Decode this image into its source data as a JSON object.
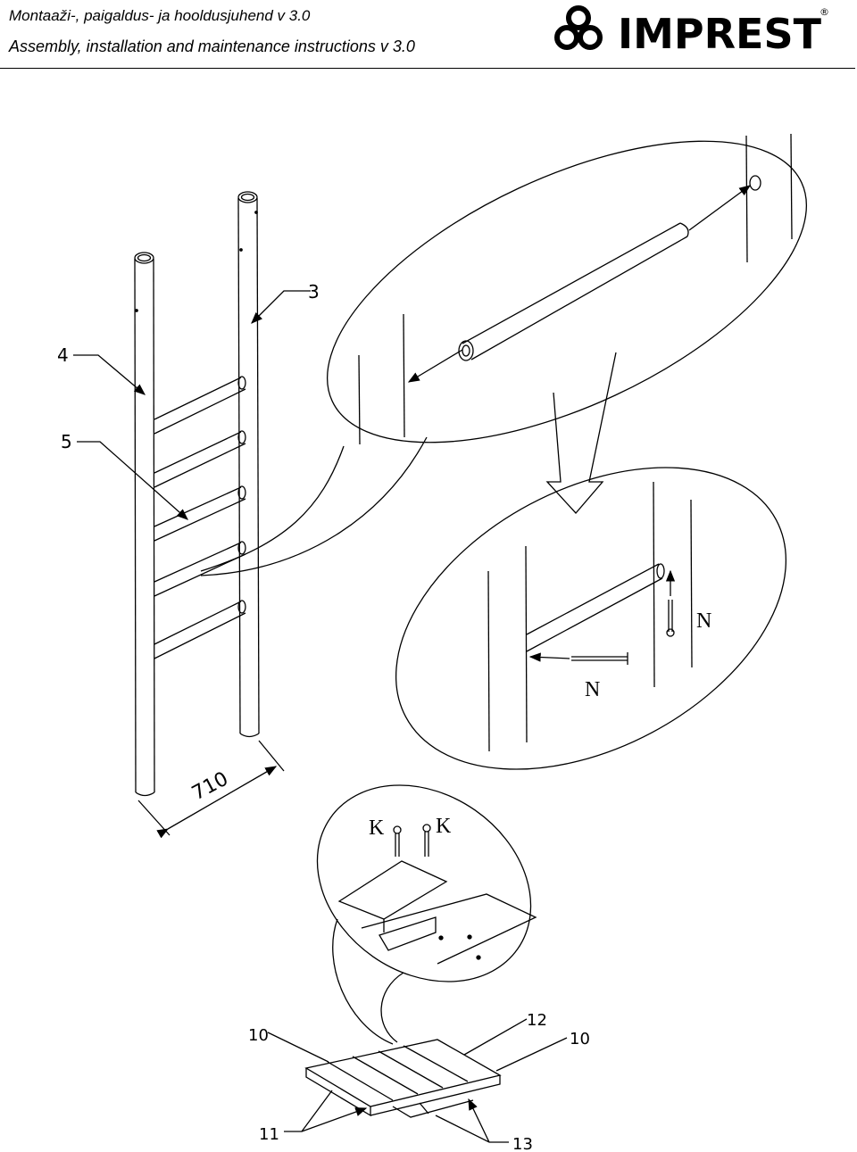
{
  "header": {
    "title_et": "Montaaži-, paigaldus- ja hooldusjuhend v 3.0",
    "title_en": "Assembly, installation and maintenance instructions v  3.0",
    "brand": "IMPREST",
    "registered_mark": "®"
  },
  "drawing": {
    "callouts": {
      "post_3": "3",
      "post_4": "4",
      "rungs_5": "5",
      "dimension": "710",
      "nail_n_1": "N",
      "nail_n_2": "N",
      "screw_k_1": "K",
      "screw_k_2": "K",
      "board_10_left": "10",
      "board_10_right": "10",
      "board_12": "12",
      "part_11": "11",
      "part_13": "13"
    }
  }
}
